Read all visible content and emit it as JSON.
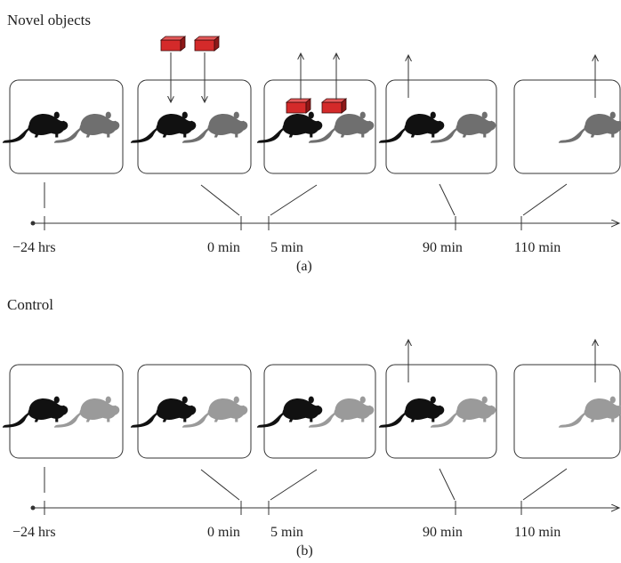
{
  "panels": [
    {
      "id": "a",
      "title": "Novel objects",
      "sublabel": "(a)",
      "time_labels": [
        "−24 hrs",
        "0 min",
        "5 min",
        "90 min",
        "110 min"
      ],
      "boxes": [
        {
          "rats": [
            "black",
            "gray"
          ],
          "objects": "none",
          "arrows": []
        },
        {
          "rats": [
            "black",
            "gray"
          ],
          "objects": "above",
          "arrows": [
            "down",
            "down"
          ]
        },
        {
          "rats": [
            "black",
            "gray"
          ],
          "objects": "inside",
          "arrows": [
            "up",
            "up"
          ]
        },
        {
          "rats": [
            "black",
            "gray"
          ],
          "objects": "none",
          "arrows": [
            "up"
          ]
        },
        {
          "rats": [
            "gray"
          ],
          "objects": "none",
          "arrows": [
            "up"
          ]
        }
      ]
    },
    {
      "id": "b",
      "title": "Control",
      "sublabel": "(b)",
      "time_labels": [
        "−24 hrs",
        "0 min",
        "5 min",
        "90 min",
        "110 min"
      ],
      "boxes": [
        {
          "rats": [
            "black",
            "gray"
          ],
          "objects": "none",
          "arrows": []
        },
        {
          "rats": [
            "black",
            "gray"
          ],
          "objects": "none",
          "arrows": []
        },
        {
          "rats": [
            "black",
            "gray"
          ],
          "objects": "none",
          "arrows": []
        },
        {
          "rats": [
            "black",
            "gray"
          ],
          "objects": "none",
          "arrows": [
            "up"
          ]
        },
        {
          "rats": [
            "gray"
          ],
          "objects": "none",
          "arrows": [
            "up"
          ]
        }
      ]
    }
  ],
  "colors": {
    "object_front": "#d42a2a",
    "object_top": "#e55a5a",
    "object_side": "#8e1818",
    "rat_dark": "#111111",
    "rat_gray": "#6f6f6f",
    "rat_light_gray": "#9a9a9a",
    "line": "#333333"
  }
}
